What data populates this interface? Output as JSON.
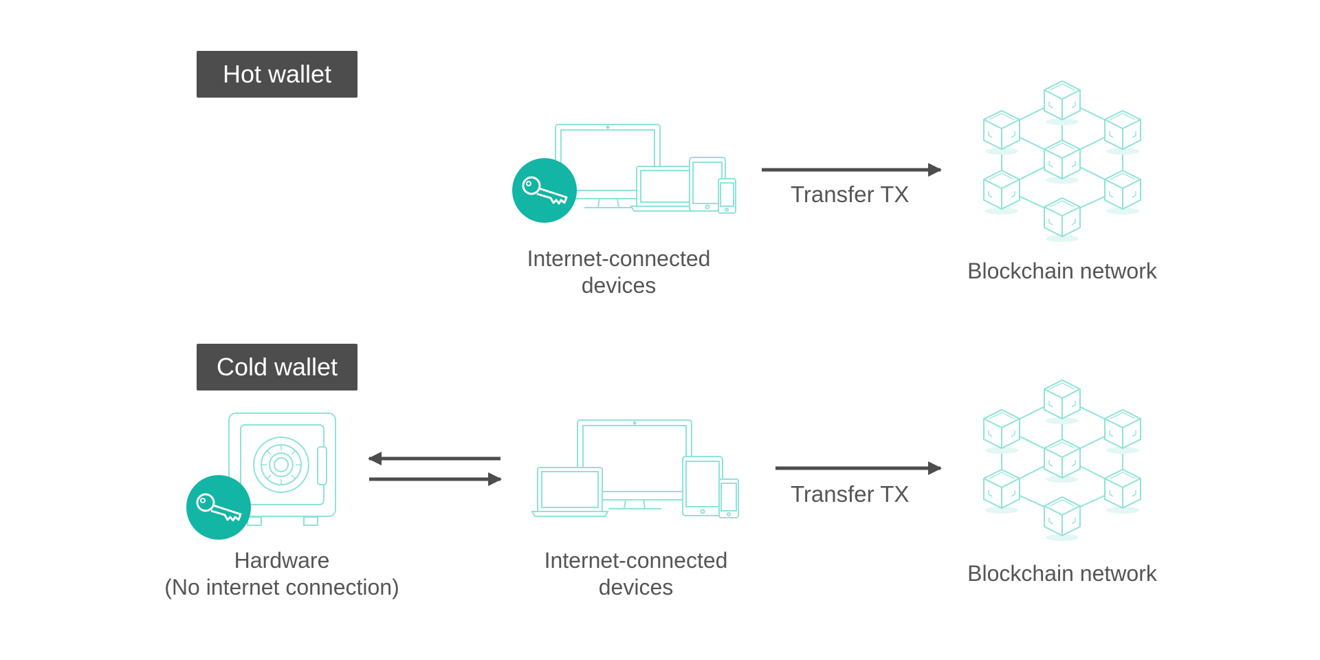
{
  "hot": {
    "tag": "Hot wallet",
    "devices_line1": "Internet-connected",
    "devices_line2": "devices",
    "transfer": "Transfer TX",
    "network": "Blockchain network"
  },
  "cold": {
    "tag": "Cold wallet",
    "hardware_line1": "Hardware",
    "hardware_line2": "(No internet connection)",
    "devices_line1": "Internet-connected",
    "devices_line2": "devices",
    "transfer": "Transfer TX",
    "network": "Blockchain network"
  },
  "colors": {
    "accent": "#13b5a4",
    "outline": "#8ee3d8",
    "arrow": "#4d4d4d",
    "text": "#555555",
    "tag_bg": "#4d4d4d"
  },
  "icons": [
    "key-icon",
    "devices-icon",
    "blockchain-network-icon",
    "safe-icon"
  ]
}
